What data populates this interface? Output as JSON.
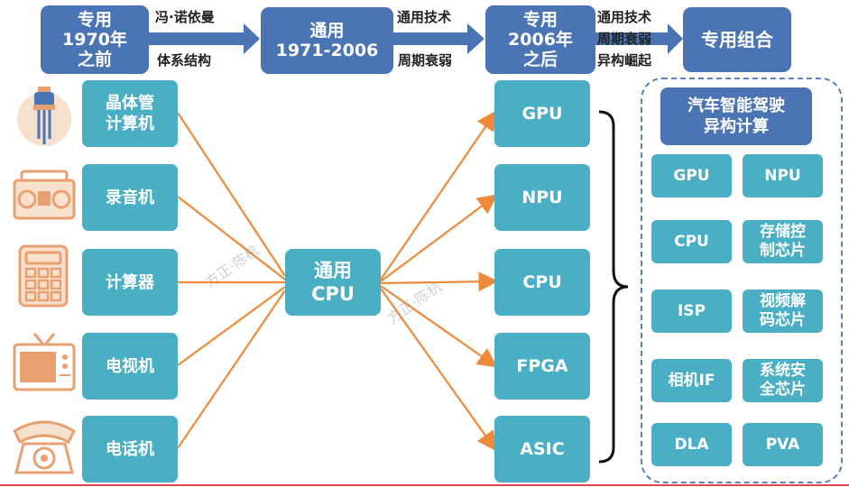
{
  "timeline": {
    "eras": [
      {
        "label": "专用\n1970年\n之前"
      },
      {
        "label": "通用\n1971-2006"
      },
      {
        "label": "专用\n2006年\n之后"
      },
      {
        "label": "专用组合"
      }
    ],
    "transitions": [
      {
        "top": "冯·诺依曼",
        "bottom": "体系结构"
      },
      {
        "top": "通用技术",
        "bottom": "周期衰弱"
      },
      {
        "line1": "通用技术",
        "line2": "周期衰弱",
        "line3": "异构崛起"
      }
    ]
  },
  "devices": [
    {
      "label": "晶体管\n计算机",
      "icon": "transistor-icon"
    },
    {
      "label": "录音机",
      "icon": "radio-icon"
    },
    {
      "label": "计算器",
      "icon": "calculator-icon"
    },
    {
      "label": "电视机",
      "icon": "tv-icon"
    },
    {
      "label": "电话机",
      "icon": "telephone-icon"
    }
  ],
  "center": {
    "label": "通用\nCPU"
  },
  "chips": [
    "GPU",
    "NPU",
    "CPU",
    "FPGA",
    "ASIC"
  ],
  "hetero": {
    "title": "汽车智能驾驶\n异构计算",
    "cells": [
      [
        "GPU",
        "NPU"
      ],
      [
        "CPU",
        "存储控\n制芯片"
      ],
      [
        "ISP",
        "视频解\n码芯片"
      ],
      [
        "相机IF",
        "系统安\n全芯片"
      ],
      [
        "DLA",
        "PVA"
      ]
    ]
  },
  "watermarks": [
    "方正·陈杭",
    "方正·陈杭"
  ],
  "colors": {
    "era": "#4a74b4",
    "box": "#4aaec4",
    "arrow": "#ee8a3a",
    "icon": "#e9a070",
    "rule": "#e0464b"
  }
}
